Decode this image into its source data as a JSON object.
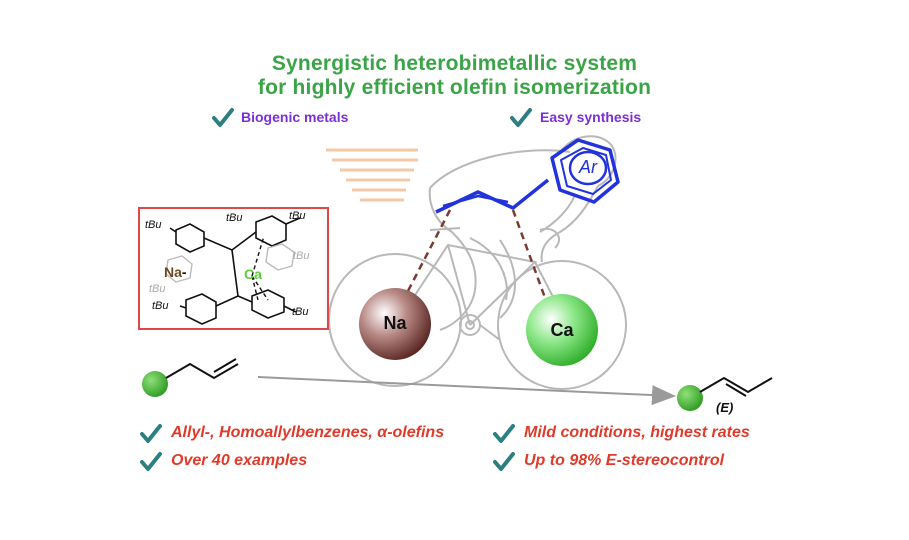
{
  "title": {
    "line1": "Synergistic heterobimetallic system",
    "line2": "for highly efficient olefin isomerization"
  },
  "features": {
    "biogenic": "Biogenic metals",
    "easy": "Easy synthesis"
  },
  "metals": {
    "na": "Na",
    "ca": "Ca",
    "ar": "Ar"
  },
  "complex": {
    "na_label": "Na",
    "na_charge": "-",
    "ca_label": "Ca",
    "tbu_1": "tBu",
    "tbu_2": "tBu",
    "tbu_3": "tBu",
    "tbu_4": "tBu",
    "tbu_5": "tBu",
    "tbu_6": "tBu",
    "tbu_7": "tBu"
  },
  "product_label": "(E)",
  "bullets": {
    "left1": "Allyl-, Homoallylbenzenes, α-olefins",
    "left2": "Over 40 examples",
    "right1": "Mild conditions, highest rates",
    "right2": "Up to 98% E-stereocontrol"
  },
  "colors": {
    "title_green": "#3aa447",
    "purple": "#7b2fd6",
    "red": "#e03a2a",
    "check": "#2d7f82",
    "na_sphere": "#7a3f3a",
    "ca_sphere": "#4cd142",
    "arene_blue": "#2233dd",
    "frame_red": "#e04848"
  }
}
